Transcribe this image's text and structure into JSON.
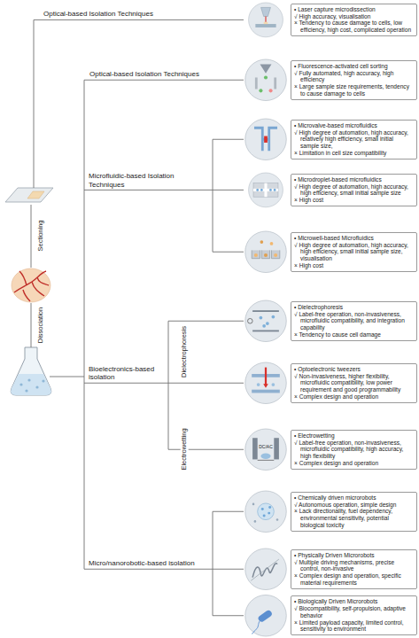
{
  "diagram": {
    "nodes": [
      {
        "text": [
          "• Laser capture microdissection",
          "√ High accuracy, visualisation",
          "× Tendency to cause damage to cells, low efficiency, high cost, complicated operation"
        ]
      },
      {
        "text": [
          "• Fluorescence-activated cell sorting",
          "√ Fully automated, high accuracy, high efficiency",
          "× Large sample size requirements, tendency to cause damage to cells"
        ]
      },
      {
        "text": [
          "• Microvalve-based microfluidics",
          "√ High degree of automation, high accuracy, relatively high efficiency, small initial sample size,",
          "× Limitation in cell size compatibility"
        ]
      },
      {
        "text": [
          "• Microdroplet-based microfluidics",
          "√ High degree of automation, high accuracy, high efficiency, small initial sample size",
          "× High cost"
        ]
      },
      {
        "text": [
          "• Microwell-based Microfluidics",
          "√ High degree of automation, high accuracy, high efficiency, small initial sample size, visualisation",
          "× High cost"
        ]
      },
      {
        "text": [
          "• Dielectrophoresis",
          "√ Label-free operation, non-invasiveness, microfluidic compatibility, and integration capability",
          "× Tendency to cause cell damage"
        ]
      },
      {
        "text": [
          "• Optoelectronic tweezers",
          "√ Non-invasiveness, higher flexibility, microfluidic compatibility, low power requirement and good programmability",
          "× Complex design and operation"
        ]
      },
      {
        "text": [
          "• Electrowetting",
          "√ Label-free operation, non-invasiveness, microfluidic compatibility, high accuracy, high flexibility",
          "× Complex design and operation"
        ]
      },
      {
        "text": [
          "• Chemically driven microrobots",
          "√ Autonomous operation, simple design",
          "× Lack directionality, fuel dependency, environmental sensitivity, potential biological toxicity"
        ]
      },
      {
        "text": [
          "• Physically Driven Microrobots",
          "√ Multiple driving mechanisms, precise control, non-invasive",
          "× Complex design and operation, specific material requirements"
        ]
      },
      {
        "text": [
          "• Biologically Driven Microrobots",
          "√ Biocompatibility, self-propulsion, adaptive behavior",
          "× Limited payload capacity, limited control, sensitivity to environment"
        ]
      }
    ],
    "labels": [
      "Optical-based Isolation Techniques",
      "Optical-based Isolation Techniques",
      "Microfluidic-based Isolation Techniques",
      "Dielectrophoresis",
      "Bioelectronics-based isolation",
      "Electrowetting",
      "DC/AC",
      "Micro/nanorobotic-based isolation",
      "Sectioning",
      "Dissociation"
    ]
  }
}
